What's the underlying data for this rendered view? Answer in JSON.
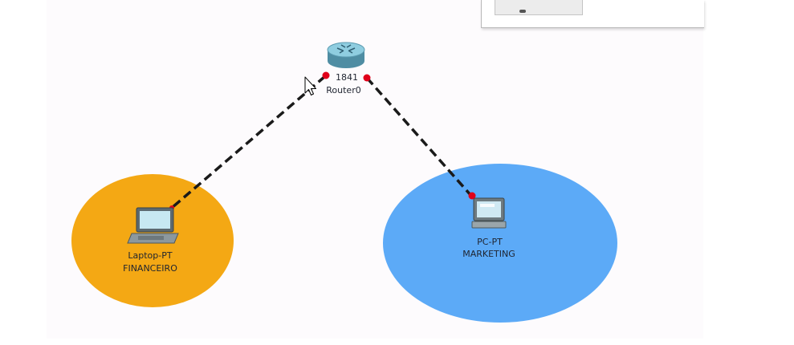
{
  "router": {
    "model": "1841",
    "name": "Router0"
  },
  "laptop": {
    "model": "Laptop-PT",
    "name": "FINANCEIRO"
  },
  "pc": {
    "model": "PC-PT",
    "name": "MARKETING"
  },
  "colors": {
    "financeiro_area": "#f4a814",
    "marketing_area": "#5caaf7",
    "link": "#1a1a1a",
    "link_endpoint": "#e0001a"
  }
}
